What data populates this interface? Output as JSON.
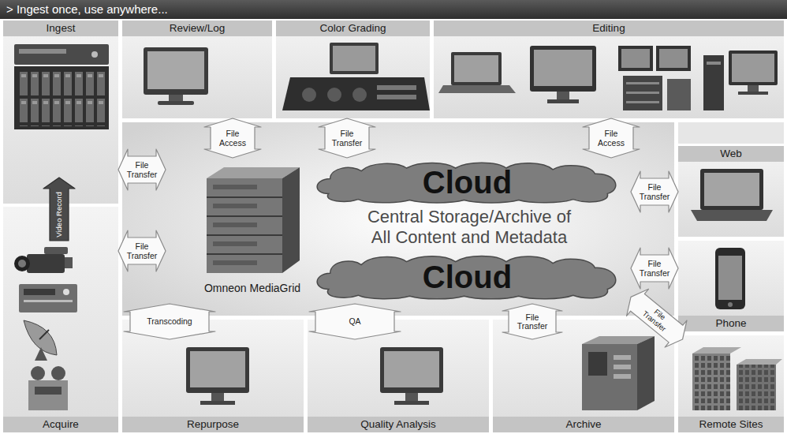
{
  "diagram": {
    "title": "> Ingest once, use anywhere...",
    "nodes": [
      {
        "text": [
          "Ingest"
        ]
      },
      {
        "text": [
          "Review/Log"
        ]
      },
      {
        "text": [
          "Color Grading"
        ]
      },
      {
        "text": [
          "Editing"
        ]
      },
      {
        "text": [
          "Central Storage/Archive of All Content and Metadata",
          "Omneon MediaGrid"
        ]
      },
      {
        "text": [
          "Cloud"
        ],
        "in": 4
      },
      {
        "text": [
          "Cloud"
        ],
        "in": 4
      },
      {
        "text": [
          "Web"
        ]
      },
      {
        "text": [
          "Acquire"
        ]
      },
      {
        "text": [
          "Phone"
        ]
      },
      {
        "text": [
          "Repurpose"
        ]
      },
      {
        "text": [
          "Quality Analysis"
        ]
      },
      {
        "text": [
          "Archive"
        ]
      },
      {
        "text": [
          "Remote Sites"
        ]
      }
    ],
    "edges": [
      {
        "from": 0,
        "to": 4,
        "label": "File Transfer",
        "arrow": "both"
      },
      {
        "from": 8,
        "to": 0,
        "label": "Video Record",
        "arrow": "to"
      },
      {
        "from": 8,
        "to": 4,
        "label": "File Transfer",
        "arrow": "both"
      },
      {
        "from": 1,
        "to": 4,
        "label": "File Access",
        "arrow": "both"
      },
      {
        "from": 2,
        "to": 4,
        "label": "File Transfer",
        "arrow": "both"
      },
      {
        "from": 3,
        "to": 4,
        "label": "File Access",
        "arrow": "both"
      },
      {
        "from": 7,
        "to": 4,
        "label": "File Transfer",
        "arrow": "both"
      },
      {
        "from": 9,
        "to": 4,
        "label": "File Transfer",
        "arrow": "both"
      },
      {
        "from": 13,
        "to": 4,
        "label": "File Transfer",
        "arrow": "both"
      },
      {
        "from": 10,
        "to": 4,
        "label": "Transcoding",
        "arrow": "both"
      },
      {
        "from": 11,
        "to": 4,
        "label": "QA",
        "arrow": "both"
      },
      {
        "from": 12,
        "to": 4,
        "label": "File Transfer",
        "arrow": "both"
      }
    ]
  }
}
